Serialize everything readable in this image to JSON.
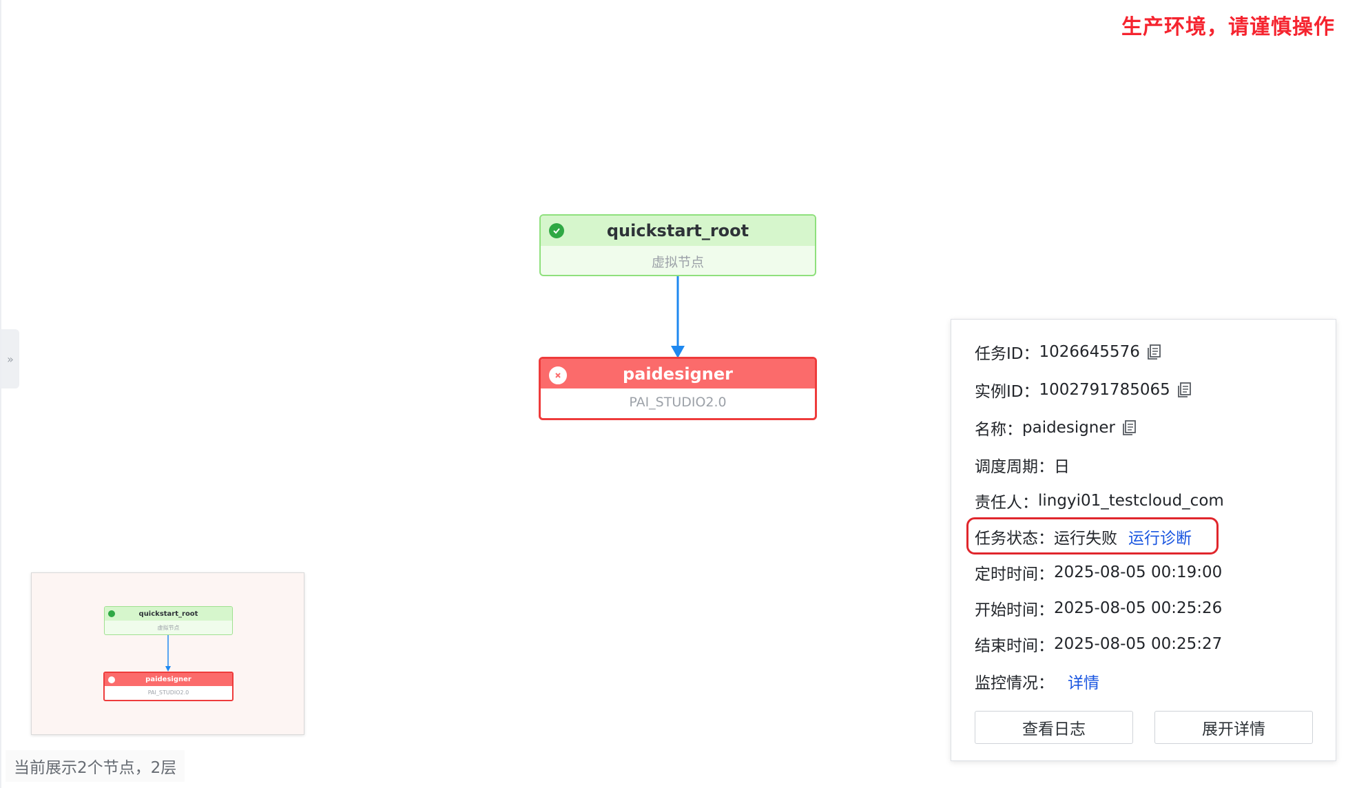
{
  "warning_banner": "生产环境，请谨慎操作",
  "graph": {
    "root_node": {
      "title": "quickstart_root",
      "subtitle": "虚拟节点",
      "status": "success",
      "color": "#2fa844"
    },
    "task_node": {
      "title": "paidesigner",
      "subtitle": "PAI_STUDIO2.0",
      "status": "failed",
      "color": "#fb6b6b"
    },
    "edge_color": "#1e88f0"
  },
  "minimap": {
    "root_title": "quickstart_root",
    "root_subtitle": "虚拟节点",
    "task_title": "paidesigner",
    "task_subtitle": "PAI_STUDIO2.0"
  },
  "footer": {
    "summary": "当前展示2个节点，2层"
  },
  "detail": {
    "task_id_label": "任务ID：",
    "task_id": "1026645576",
    "instance_id_label": "实例ID：",
    "instance_id": "1002791785065",
    "name_label": "名称：",
    "name": "paidesigner",
    "cycle_label": "调度周期：",
    "cycle": "日",
    "owner_label": "责任人：",
    "owner": "lingyi01_testcloud_com",
    "status_label": "任务状态：",
    "status": "运行失败",
    "diagnose_link": "运行诊断",
    "scheduled_label": "定时时间：",
    "scheduled": "2025-08-05 00:19:00",
    "start_label": "开始时间：",
    "start": "2025-08-05 00:25:26",
    "end_label": "结束时间：",
    "end": "2025-08-05 00:25:27",
    "monitor_label": "监控情况：",
    "monitor_link": "详情",
    "view_log_button": "查看日志",
    "expand_button": "展开详情",
    "link_color": "#1a56e0",
    "highlight_color": "#e0262c"
  },
  "side_toggle": "»"
}
